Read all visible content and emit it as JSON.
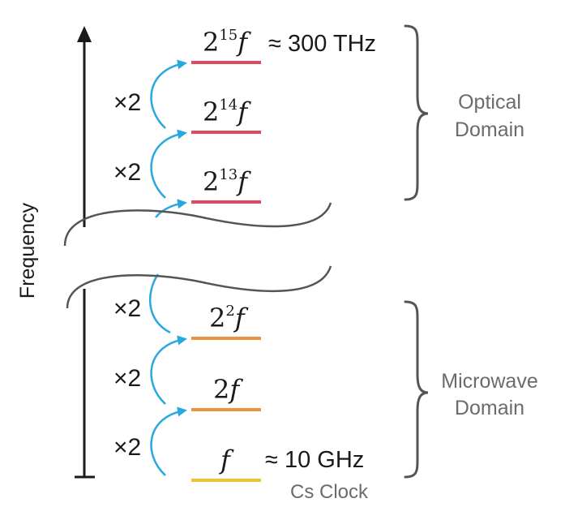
{
  "axis": {
    "label": "Frequency"
  },
  "colors": {
    "optical_line": "#e0495f",
    "microwave_line": "#e9953f",
    "cs_line": "#f1c232",
    "arrow": "#2aa8de",
    "brace": "#555555",
    "text": "#1a1a1a",
    "domain_text": "#6b6b6b"
  },
  "levels": [
    {
      "id": "f15",
      "base": "2",
      "exponent": "15",
      "var": "f",
      "note": "≈ 300 THz"
    },
    {
      "id": "f14",
      "base": "2",
      "exponent": "14",
      "var": "f",
      "note": ""
    },
    {
      "id": "f13",
      "base": "2",
      "exponent": "13",
      "var": "f",
      "note": ""
    },
    {
      "id": "f2",
      "base": "2",
      "exponent": "2",
      "var": "f",
      "note": ""
    },
    {
      "id": "f1",
      "base": "2",
      "exponent": "",
      "var": "f",
      "note": ""
    },
    {
      "id": "f0",
      "base": "",
      "exponent": "",
      "var": "f",
      "note": "≈ 10 GHz"
    }
  ],
  "multipliers": {
    "m1": "×2",
    "m2": "×2",
    "m3": "×2",
    "m4": "×2",
    "m5": "×2"
  },
  "domains": {
    "optical": {
      "line1": "Optical",
      "line2": "Domain"
    },
    "microwave": {
      "line1": "Microwave",
      "line2": "Domain"
    }
  },
  "cs_clock": "Cs Clock"
}
